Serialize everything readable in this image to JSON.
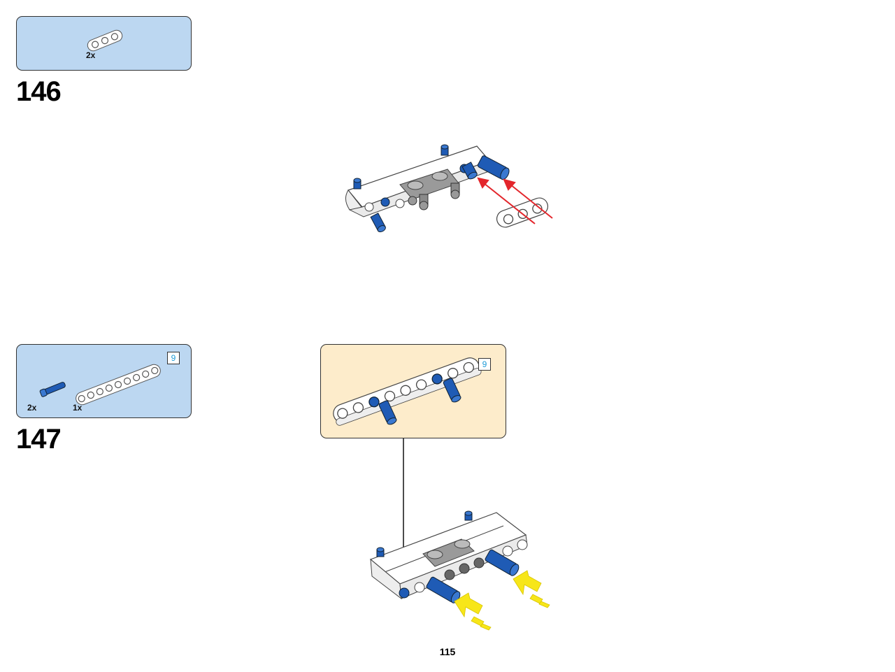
{
  "steps": [
    {
      "number": "146",
      "parts": [
        {
          "name": "beam-3",
          "qty": "2x"
        }
      ]
    },
    {
      "number": "147",
      "parts": [
        {
          "name": "blue-pin",
          "qty": "2x"
        },
        {
          "name": "beam-9",
          "qty": "1x",
          "length": "9"
        }
      ],
      "subassembly": {
        "length": "9"
      }
    }
  ],
  "page_number": "115",
  "colors": {
    "parts_box": "#bcd7f1",
    "subassembly_box": "#fdeccb",
    "beam_white": "#ffffff",
    "pin_blue": "#1f5bb5",
    "axle_gray": "#8a8a8a",
    "arrow_red": "#e3262c",
    "arrow_yellow": "#f7e619",
    "length_badge_text": "#1e9bd7"
  }
}
